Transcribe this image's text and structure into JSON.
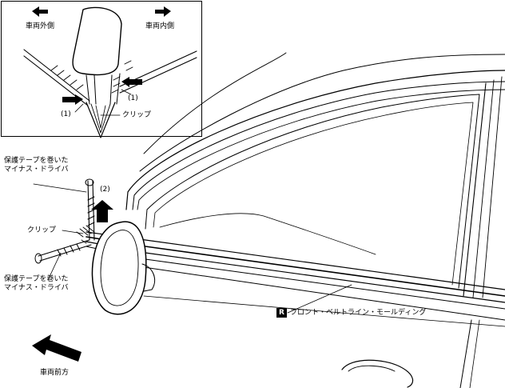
{
  "labels": {
    "vehicle_outside": "車両外側",
    "vehicle_inside": "車両内側",
    "callout_1_left": "(1)",
    "callout_1_right": "(1)",
    "clip_inset": "クリップ",
    "driver_top": "保護テープを巻いた\nマイナス・ドライバ",
    "callout_2": "(2)",
    "clip_main": "クリップ",
    "driver_bottom": "保護テープを巻いた\nマイナス・ドライバ",
    "part_badge": "R",
    "part_name": "フロント・ベルトライン・モールディング",
    "vehicle_front": "車両前方"
  }
}
